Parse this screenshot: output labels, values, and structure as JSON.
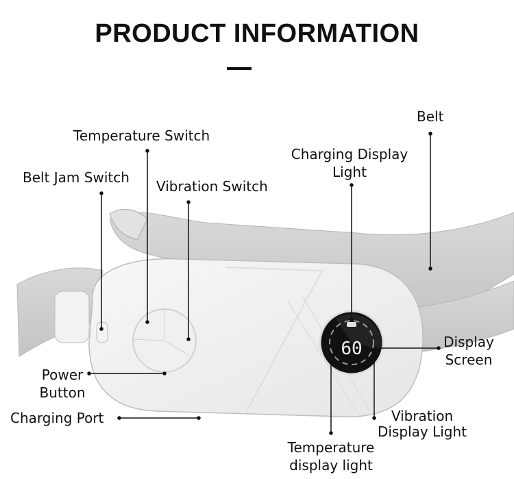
{
  "title": "PRODUCT INFORMATION",
  "display_readout": "60",
  "labels": {
    "belt": "Belt",
    "temperature_switch": "Temperature Switch",
    "belt_jam_switch": "Belt Jam Switch",
    "vibration_switch": "Vibration Switch",
    "charging_display_light": [
      "Charging Display",
      "Light"
    ],
    "display_screen": [
      "Display",
      "Screen"
    ],
    "power_button": [
      "Power",
      "Button"
    ],
    "charging_port": "Charging Port",
    "vibration_display_light": [
      "Vibration",
      "Display Light"
    ],
    "temperature_display_light": [
      "Temperature",
      "display light"
    ]
  }
}
